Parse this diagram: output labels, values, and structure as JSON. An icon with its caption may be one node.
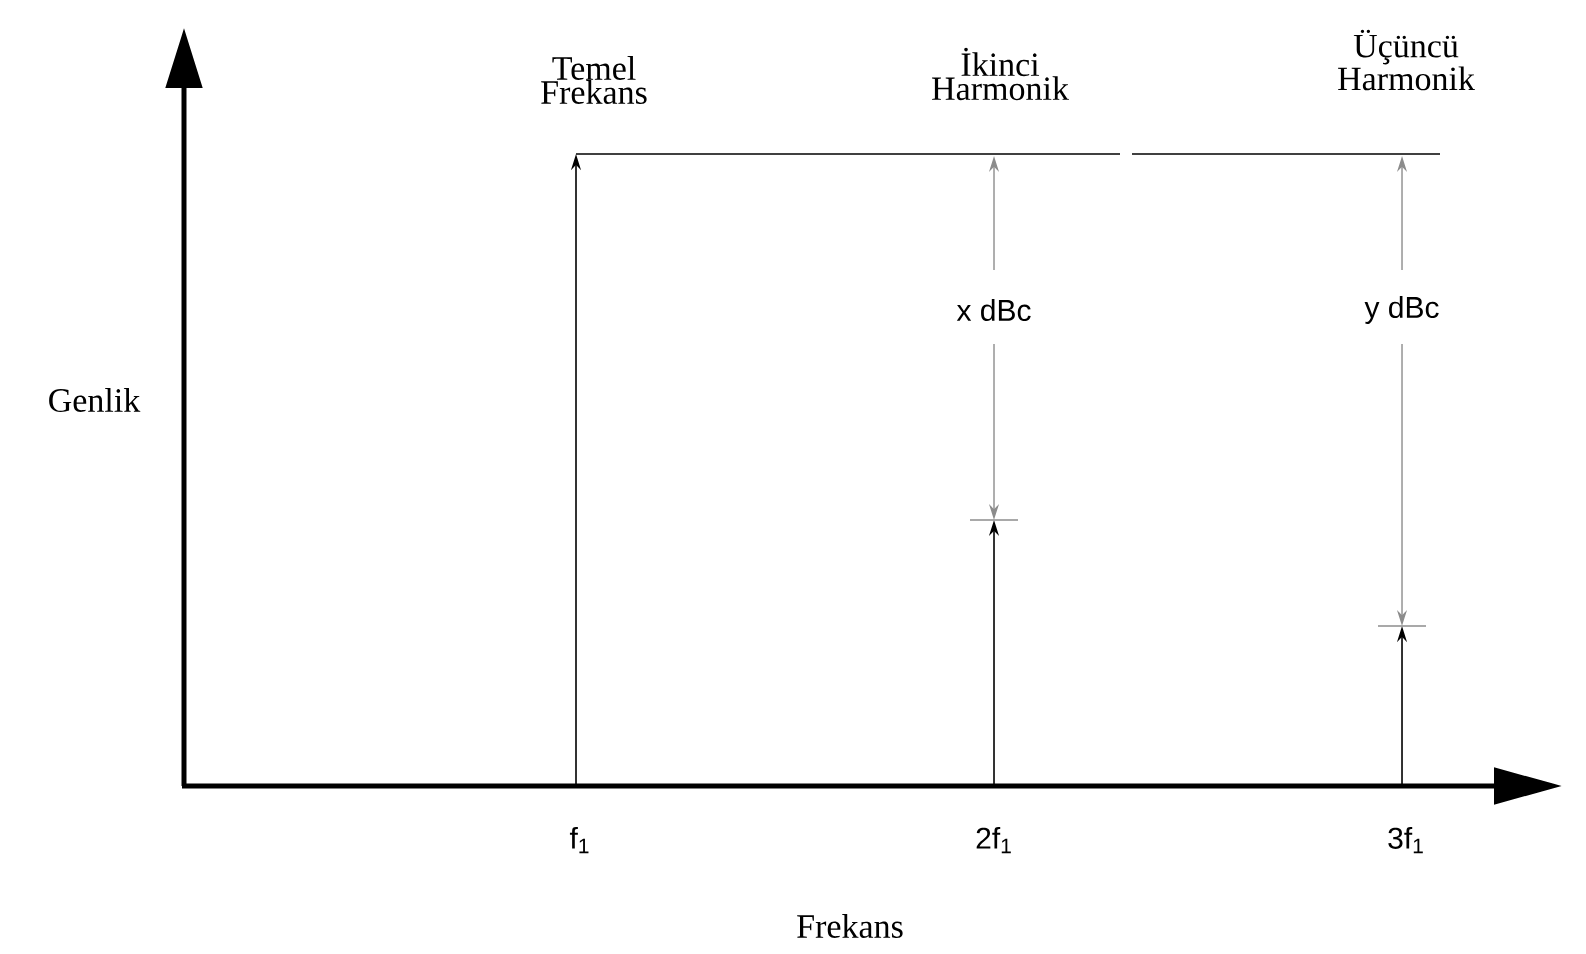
{
  "diagram": {
    "labels": [
      "Temel Frekans",
      "İkinci Harmonik",
      "Üçüncü Harmonik",
      "x dBc",
      "y dBc",
      "Genlik",
      "f$_{1}$",
      "2f$_{1}$",
      "3f$_{1}$",
      "Frekans"
    ]
  }
}
